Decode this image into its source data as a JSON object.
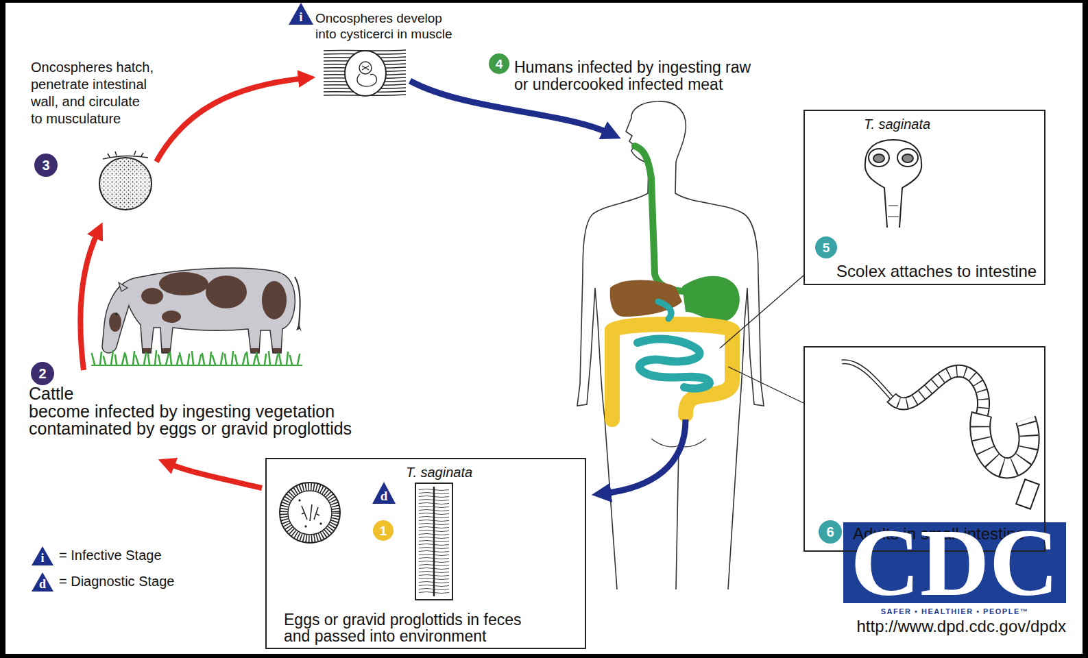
{
  "diagram": {
    "nodes": [
      {
        "text": [
          "i"
        ]
      },
      {
        "text": [
          "4"
        ]
      },
      {
        "text": [
          "T. saginata",
          "Scolex attaches to intestine"
        ]
      },
      {
        "text": [
          "5"
        ],
        "in": 2
      },
      {
        "text": [
          "3"
        ]
      },
      {
        "text": [
          "Adults in small intestine"
        ]
      },
      {
        "text": [
          "6"
        ],
        "in": 5
      },
      {
        "text": [
          "2"
        ]
      },
      {
        "text": [
          "T. saginata",
          "Eggs or gravid proglottids in feces and passed into environment"
        ]
      },
      {
        "text": [
          "d"
        ],
        "in": 8
      },
      {
        "text": [
          "1"
        ],
        "in": 8
      },
      {
        "text": [
          "i"
        ]
      },
      {
        "text": [
          "d"
        ]
      }
    ],
    "labels": [
      "Oncospheres develop into cysticerci in muscle",
      "Oncospheres hatch, penetrate intestinal wall, and circulate to musculature",
      "Humans infected by ingesting raw or undercooked infected meat",
      "Cattle",
      "become infected by ingesting vegetation contaminated by eggs or gravid proglottids",
      "CDC",
      "SAFER • HEALTHIER • PEOPLE™",
      "http://www.dpd.cdc.gov/dpdx"
    ],
    "legend": [
      {
        "text": "= Infective Stage"
      },
      {
        "text": "= Diagnostic Stage"
      }
    ]
  }
}
